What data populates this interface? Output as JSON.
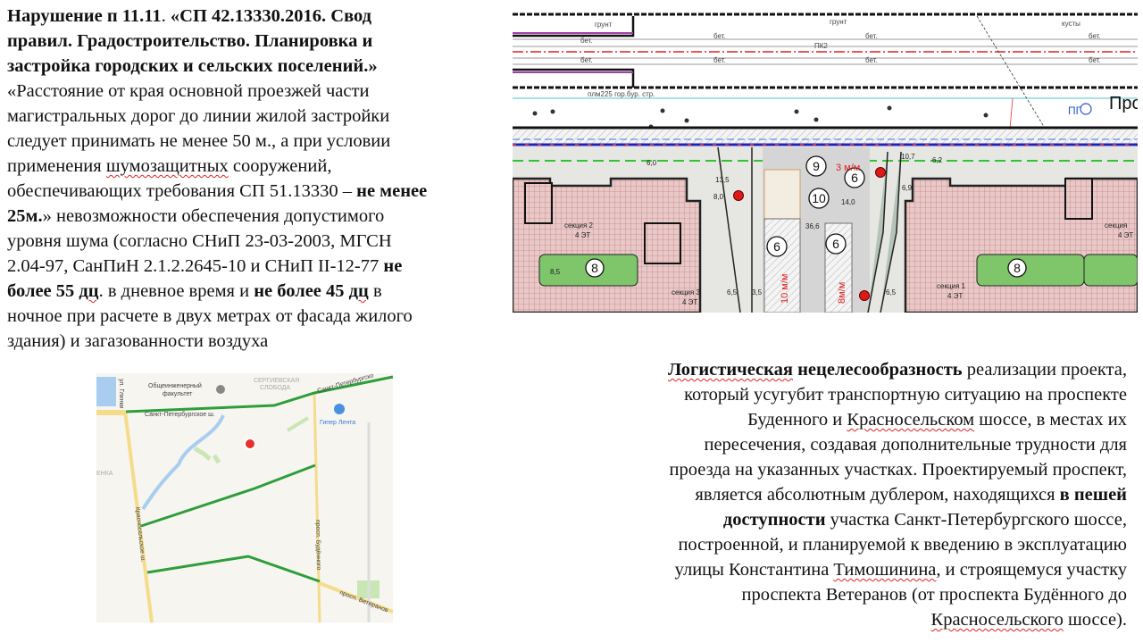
{
  "left_text": {
    "lines": [
      [
        {
          "t": "Нарушение п 11.11",
          "b": true
        },
        {
          "t": ". ",
          "b": false
        },
        {
          "t": "«СП 42.13330.2016. Свод",
          "b": true
        }
      ],
      [
        {
          "t": "правил. Градостроительство. Планировка и",
          "b": true
        }
      ],
      [
        {
          "t": "застройка городских и сельских поселений.»",
          "b": true
        }
      ],
      [
        {
          "t": "«Расстояние от края основной проезжей части",
          "b": false
        }
      ],
      [
        {
          "t": "магистральных дорог до линии жилой застройки",
          "b": false
        }
      ],
      [
        {
          "t": "следует принимать не менее 50 м., а при условии",
          "b": false
        }
      ],
      [
        {
          "t": "применения ",
          "b": false
        },
        {
          "t": "шумозащитных",
          "b": false,
          "sp": true
        },
        {
          "t": " сооружений,",
          "b": false
        }
      ],
      [
        {
          "t": "обеспечивающих требования СП 51.13330 – ",
          "b": false
        },
        {
          "t": "не менее",
          "b": true
        }
      ],
      [
        {
          "t": "25м.",
          "b": true
        },
        {
          "t": "» невозможности обеспечения допустимого",
          "b": false
        }
      ],
      [
        {
          "t": "уровня шума (согласно СНиП 23-03-2003, МГСН",
          "b": false
        }
      ],
      [
        {
          "t": "2.04-97, СанПиН 2.1.2.2645-10 и СНиП II-12-77 ",
          "b": false
        },
        {
          "t": "не",
          "b": true
        }
      ],
      [
        {
          "t": "более 55 ",
          "b": true
        },
        {
          "t": "дц",
          "b": true,
          "sp": true
        },
        {
          "t": ". в дневное время и ",
          "b": false
        },
        {
          "t": "не более 45 ",
          "b": true
        },
        {
          "t": "дц",
          "b": true,
          "sp": true
        },
        {
          "t": " в",
          "b": false
        }
      ],
      [
        {
          "t": "ночное при расчете в двух метрах от фасада жилого",
          "b": false
        }
      ],
      [
        {
          "t": "здания) и загазованности воздуха",
          "b": false
        }
      ]
    ]
  },
  "right_text": {
    "lines": [
      [
        {
          "t": "Логистическая",
          "b": true,
          "sp": true
        },
        {
          "t": " нецелесообразность",
          "b": true
        },
        {
          "t": " реализации проекта,",
          "b": false
        }
      ],
      [
        {
          "t": "который усугубит транспортную ситуацию на проспекте",
          "b": false
        }
      ],
      [
        {
          "t": "Буденного и ",
          "b": false
        },
        {
          "t": "Красносельском",
          "b": false,
          "sp": true
        },
        {
          "t": " шоссе, в местах их",
          "b": false
        }
      ],
      [
        {
          "t": "пересечения, создавая дополнительные трудности для",
          "b": false
        }
      ],
      [
        {
          "t": "проезда на указанных участках. Проектируемый проспект,",
          "b": false
        }
      ],
      [
        {
          "t": "является абсолютным дублером, находящихся ",
          "b": false
        },
        {
          "t": "в пешей",
          "b": true
        }
      ],
      [
        {
          "t": "доступности",
          "b": true
        },
        {
          "t": " участка Санкт-Петербургского шоссе,",
          "b": false
        }
      ],
      [
        {
          "t": "построенной, и планируемой к введению в эксплуатацию",
          "b": false
        }
      ],
      [
        {
          "t": "улицы Константина ",
          "b": false
        },
        {
          "t": "Тимошинина",
          "b": false,
          "sp": true
        },
        {
          "t": ", и строящемуся участку",
          "b": false
        }
      ],
      [
        {
          "t": "проспекта Ветеранов (от проспекта Будённого до",
          "b": false
        }
      ],
      [
        {
          "t": "Красносельского",
          "b": false,
          "sp": true
        },
        {
          "t": " шоссе).",
          "b": false
        }
      ]
    ]
  },
  "plan": {
    "grunt": "грунт",
    "kusty": "кусты",
    "bet": "бет.",
    "pk": "ПК2",
    "pipe": "плм225 гор.бур. стр.",
    "prospect_label": "Про",
    "pg": "ПГ",
    "ms3": "3 м/м",
    "ms10": "10 м/м",
    "ms8": "8м/м",
    "circles": [
      "9",
      "6",
      "10",
      "6",
      "6",
      "8",
      "8"
    ],
    "sections": [
      {
        "name": "секция 2",
        "floors": "4 ЭТ"
      },
      {
        "name": "секция 3",
        "floors": "4 ЭТ"
      },
      {
        "name": "секция 1",
        "floors": "4 ЭТ"
      },
      {
        "name": "секция",
        "floors": "4 ЭТ"
      }
    ],
    "dims": [
      "13,5",
      "8,0",
      "14,0",
      "36,6",
      "6,5",
      "3,5",
      "6,5",
      "10,7",
      "6,9",
      "6,2",
      "8,5",
      "6,0"
    ]
  },
  "map": {
    "labels": {
      "faculty": "Общеинженерный",
      "faculty2": "факультет",
      "sloboda1": "СЕРГИЕВСКАЯ",
      "sloboda2": "СЛОБОДА",
      "spb_highway_right": "Санкт-Петербургско",
      "spb_highway": "Санкт-Петербургское ш.",
      "lenta": "Гипер Лента",
      "glinki": "ул. Глинки",
      "enka": "ЕНКА",
      "krasnoselskoe": "Красносельское ш.",
      "budennogo": "просп. Будённого",
      "veteranov": "просп. Ветеранов"
    },
    "colors": {
      "route": "#2e9e3a",
      "road": "#f5dc8a",
      "marker": "#e8302a",
      "water": "#a9cdef",
      "park": "#c9e6b5"
    }
  }
}
